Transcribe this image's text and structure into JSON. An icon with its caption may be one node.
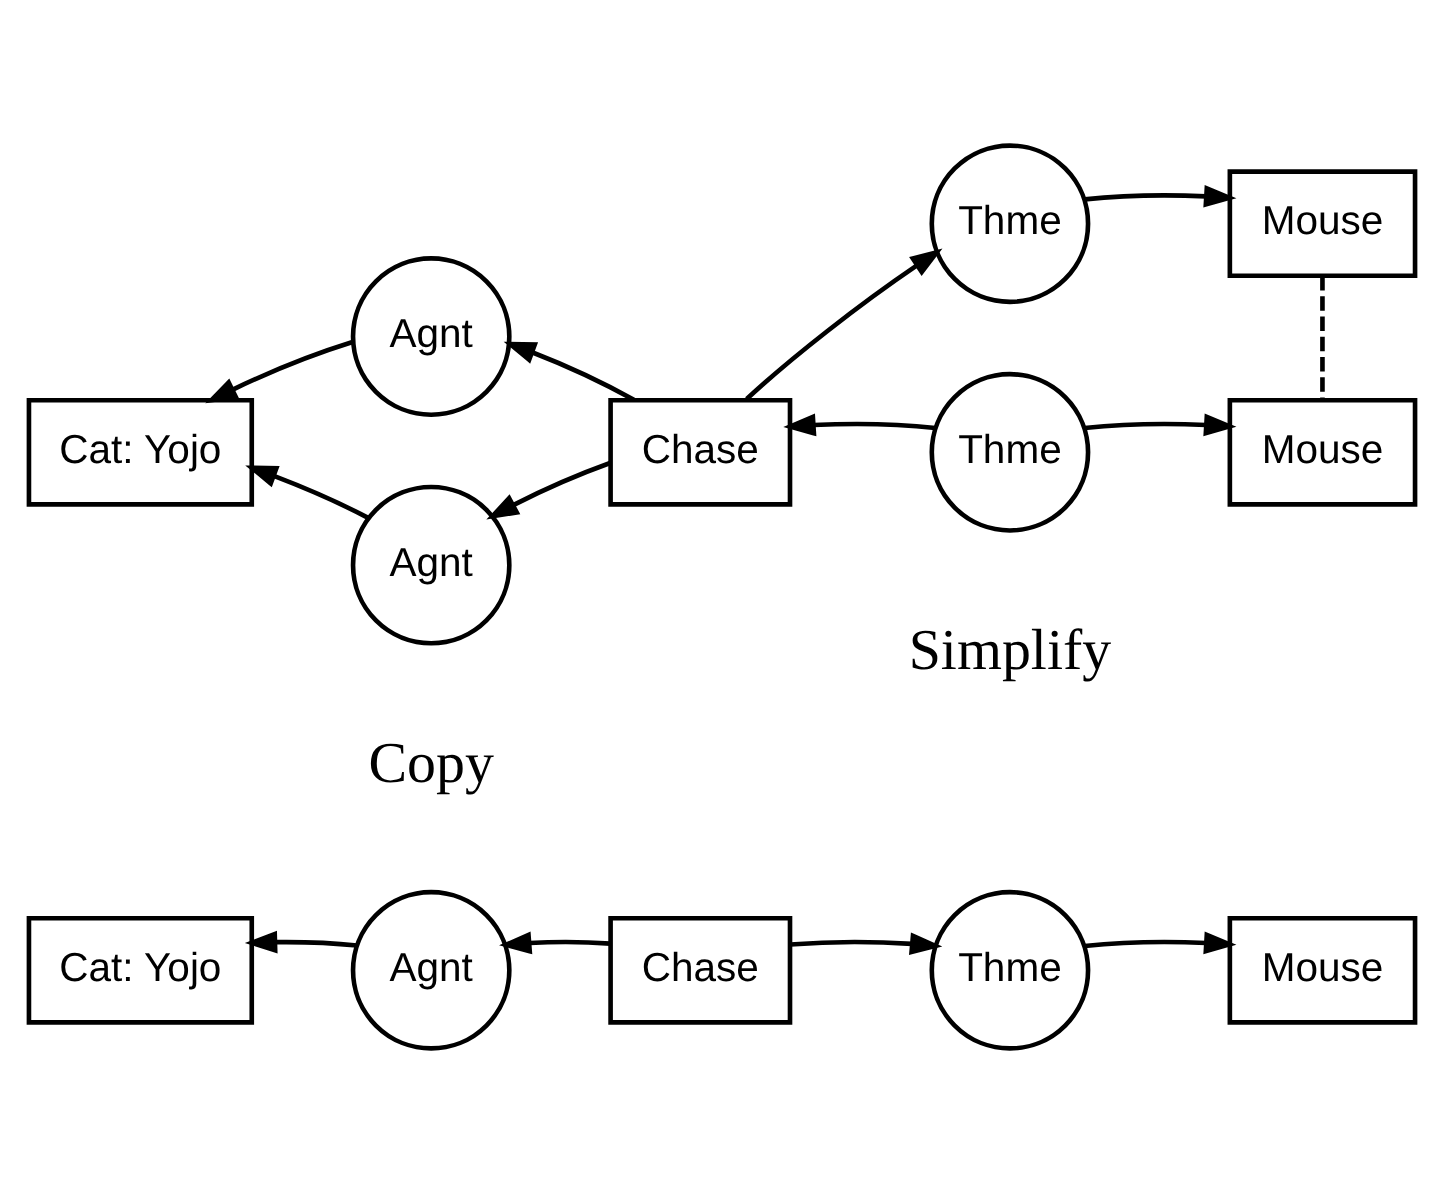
{
  "diagram": {
    "nodes": [
      {
        "text": [
          "Cat: Yojo"
        ]
      },
      {
        "text": [
          "Agnt"
        ]
      },
      {
        "text": [
          "Chase"
        ]
      },
      {
        "text": [
          "Thme"
        ]
      },
      {
        "text": [
          "Mouse"
        ]
      },
      {
        "text": [
          "Agnt"
        ]
      },
      {
        "text": [
          "Cat: Yojo"
        ]
      },
      {
        "text": [
          "Chase"
        ]
      },
      {
        "text": [
          "Thme"
        ]
      },
      {
        "text": [
          "Mouse"
        ]
      },
      {
        "text": [
          "Agnt"
        ]
      },
      {
        "text": [
          "Thme"
        ]
      },
      {
        "text": [
          "Mouse"
        ]
      }
    ],
    "edges": [
      {
        "from": 2,
        "to": 1,
        "arrow": "to"
      },
      {
        "from": 1,
        "to": 0,
        "arrow": "to"
      },
      {
        "from": 2,
        "to": 3,
        "arrow": "to"
      },
      {
        "from": 3,
        "to": 4,
        "arrow": "to"
      },
      {
        "from": 7,
        "to": 5,
        "arrow": "to"
      },
      {
        "from": 5,
        "to": 6,
        "arrow": "to"
      },
      {
        "from": 7,
        "to": 10,
        "arrow": "to"
      },
      {
        "from": 10,
        "to": 6,
        "arrow": "to"
      },
      {
        "from": 7,
        "to": 8,
        "arrow": "to"
      },
      {
        "from": 8,
        "to": 9,
        "arrow": "to"
      },
      {
        "from": 11,
        "to": 7,
        "arrow": "to"
      },
      {
        "from": 11,
        "to": 12,
        "arrow": "to"
      },
      {
        "from": 9,
        "to": 12,
        "arrow": "none",
        "style": "dashed"
      }
    ],
    "labels": [
      "Copy",
      "Simplify"
    ]
  }
}
